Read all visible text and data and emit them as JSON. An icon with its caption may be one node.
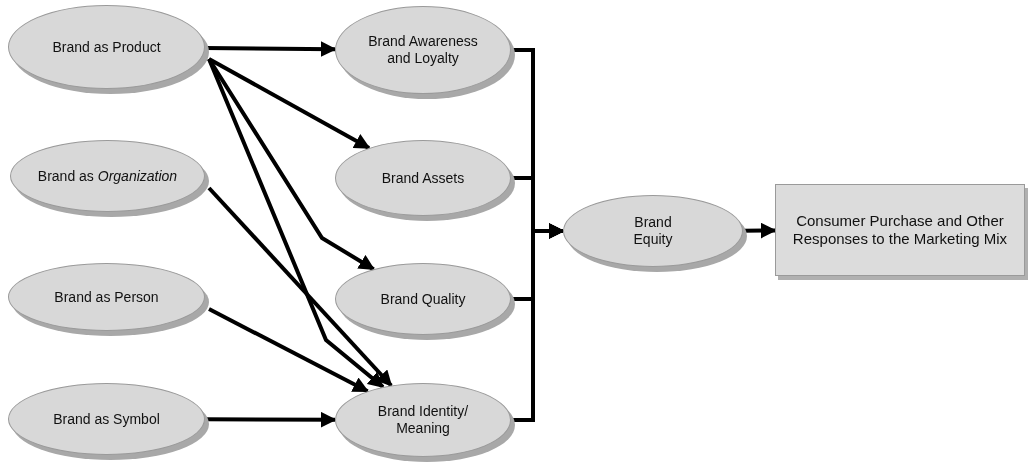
{
  "diagram": {
    "nodes": [
      {
        "text": [
          "Brand as Product"
        ]
      },
      {
        "text": [
          "Brand as *Organization*"
        ]
      },
      {
        "text": [
          "Brand as Person"
        ]
      },
      {
        "text": [
          "Brand as Symbol"
        ]
      },
      {
        "text": [
          "Brand Awareness and Loyalty"
        ]
      },
      {
        "text": [
          "Brand Assets"
        ]
      },
      {
        "text": [
          "Brand Quality"
        ]
      },
      {
        "text": [
          "Brand Identity/ Meaning"
        ]
      },
      {
        "text": [
          "Brand Equity"
        ]
      },
      {
        "text": [
          "Consumer Purchase and Other Responses to the Marketing Mix"
        ]
      }
    ],
    "edges": [
      {
        "from": 0,
        "to": 4,
        "arrow": "to"
      },
      {
        "from": 0,
        "to": 5,
        "arrow": "to"
      },
      {
        "from": 0,
        "to": 6,
        "arrow": "to"
      },
      {
        "from": 0,
        "to": 7,
        "arrow": "to"
      },
      {
        "from": 1,
        "to": 7,
        "arrow": "to"
      },
      {
        "from": 2,
        "to": 7,
        "arrow": "to"
      },
      {
        "from": 3,
        "to": 7,
        "arrow": "to"
      },
      {
        "from": 4,
        "to": 8,
        "arrow": "to"
      },
      {
        "from": 5,
        "to": 8,
        "arrow": "to"
      },
      {
        "from": 6,
        "to": 8,
        "arrow": "to"
      },
      {
        "from": 7,
        "to": 8,
        "arrow": "to"
      },
      {
        "from": 8,
        "to": 9,
        "arrow": "to"
      }
    ]
  }
}
